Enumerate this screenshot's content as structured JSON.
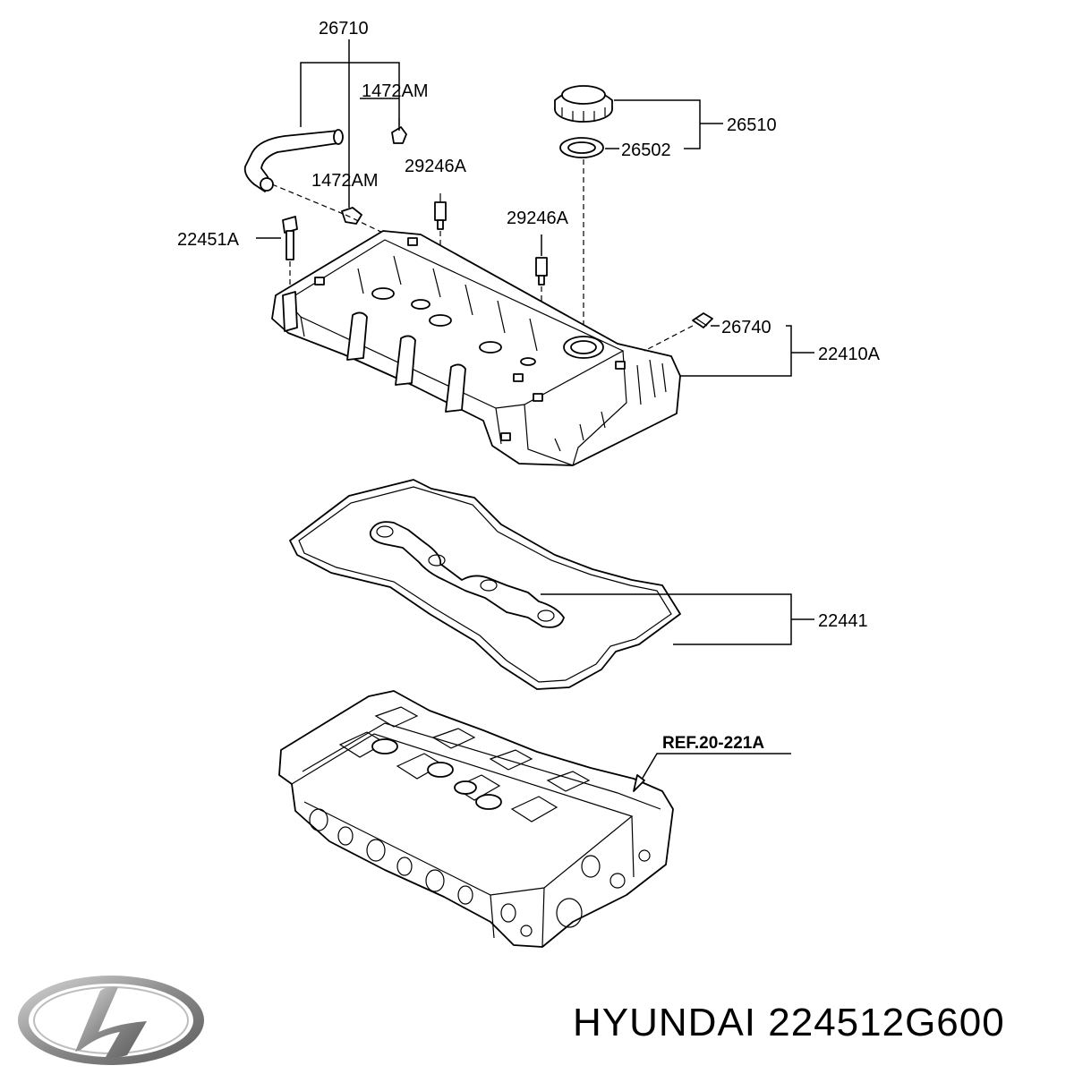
{
  "callouts": {
    "c26710": "26710",
    "c1472am_top": "1472AM",
    "c1472am_mid": "1472AM",
    "c29246a_left": "29246A",
    "c29246a_right": "29246A",
    "c22451a": "22451A",
    "c26510": "26510",
    "c26502": "26502",
    "c26740": "26740",
    "c22410a": "22410A",
    "c22441": "22441",
    "ref": "REF.20-221A"
  },
  "caption": "HYUNDAI 224512G600",
  "logo": {
    "icon": "hyundai-logo-icon",
    "color": "#8a8a8a"
  }
}
